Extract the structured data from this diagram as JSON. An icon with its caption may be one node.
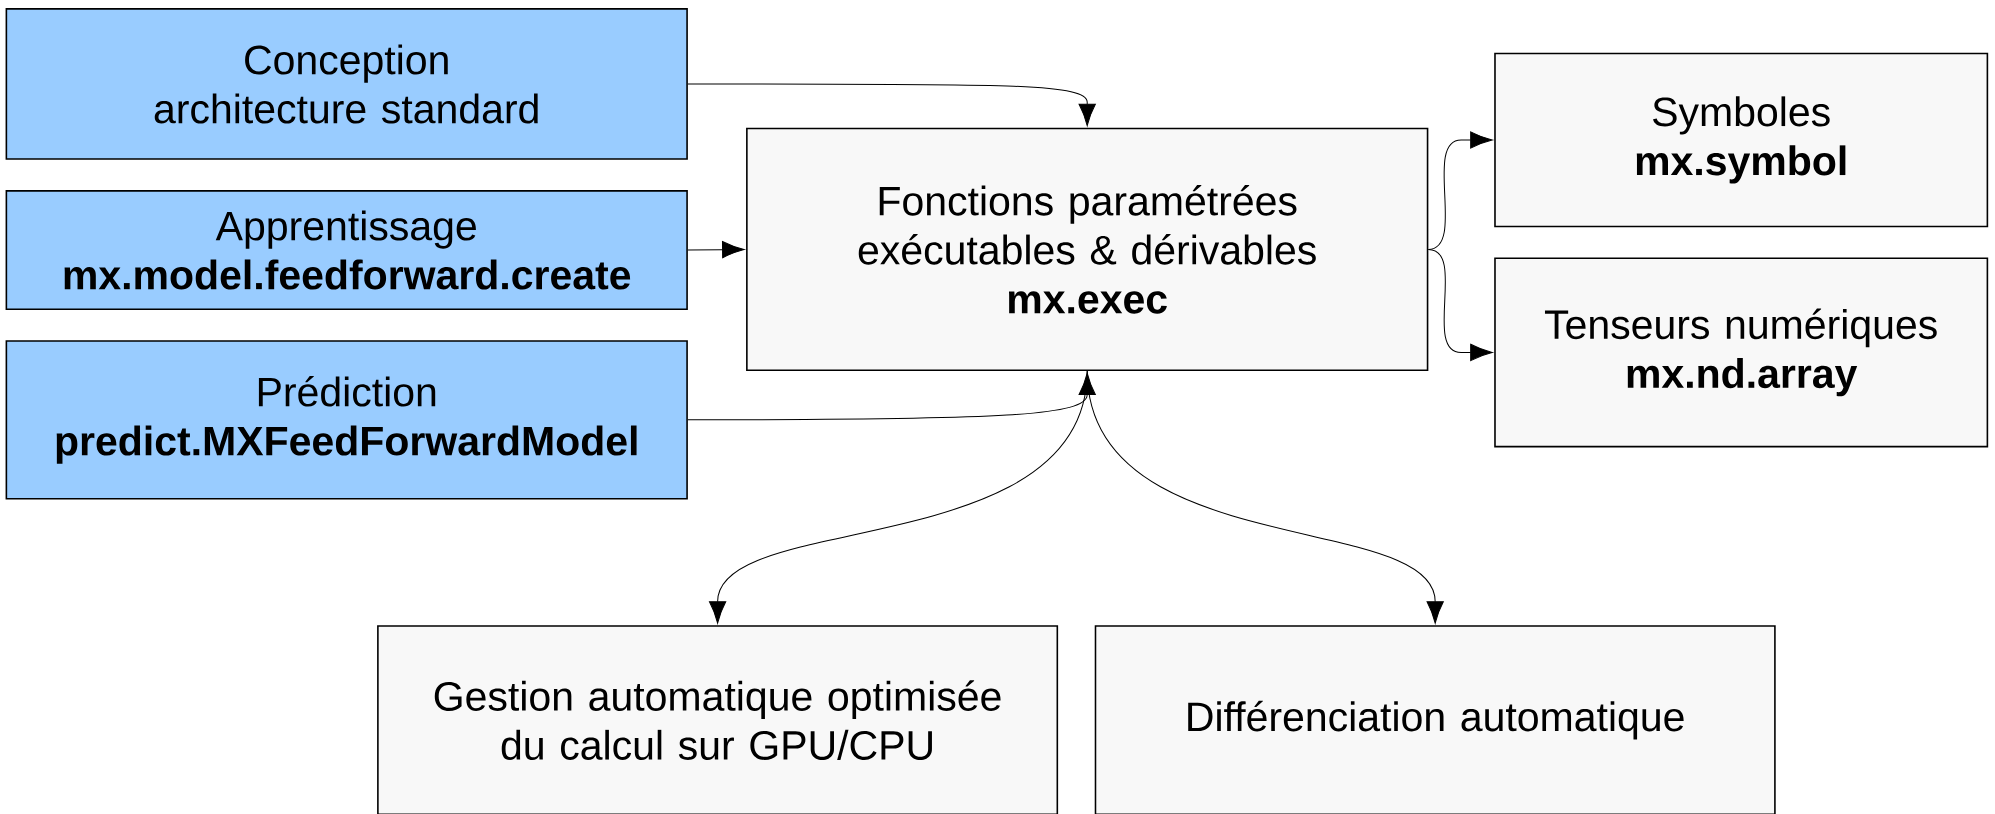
{
  "diagram": {
    "nodes": [
      {
        "text": [
          "Conception architecture standard"
        ]
      },
      {
        "text": [
          "Apprentissage",
          "mx.model.feedforward.create"
        ]
      },
      {
        "text": [
          "Prédiction",
          "predict.MXFeedForwardModel"
        ]
      },
      {
        "text": [
          "Fonctions paramétrées exécutables & dérivables",
          "mx.exec"
        ]
      },
      {
        "text": [
          "Symboles",
          "mx.symbol"
        ]
      },
      {
        "text": [
          "Tenseurs numériques",
          "mx.nd.array"
        ]
      },
      {
        "text": [
          "Gestion automatique optimisée du calcul sur GPU/CPU"
        ]
      },
      {
        "text": [
          "Différenciation automatique"
        ]
      }
    ],
    "edges": [
      {
        "from": 0,
        "to": 3,
        "arrow": "to"
      },
      {
        "from": 1,
        "to": 3,
        "arrow": "to"
      },
      {
        "from": 2,
        "to": 3,
        "arrow": "to"
      },
      {
        "from": 3,
        "to": 4,
        "arrow": "to"
      },
      {
        "from": 3,
        "to": 5,
        "arrow": "to"
      },
      {
        "from": 3,
        "to": 6,
        "arrow": "to"
      },
      {
        "from": 3,
        "to": 7,
        "arrow": "to"
      }
    ]
  }
}
